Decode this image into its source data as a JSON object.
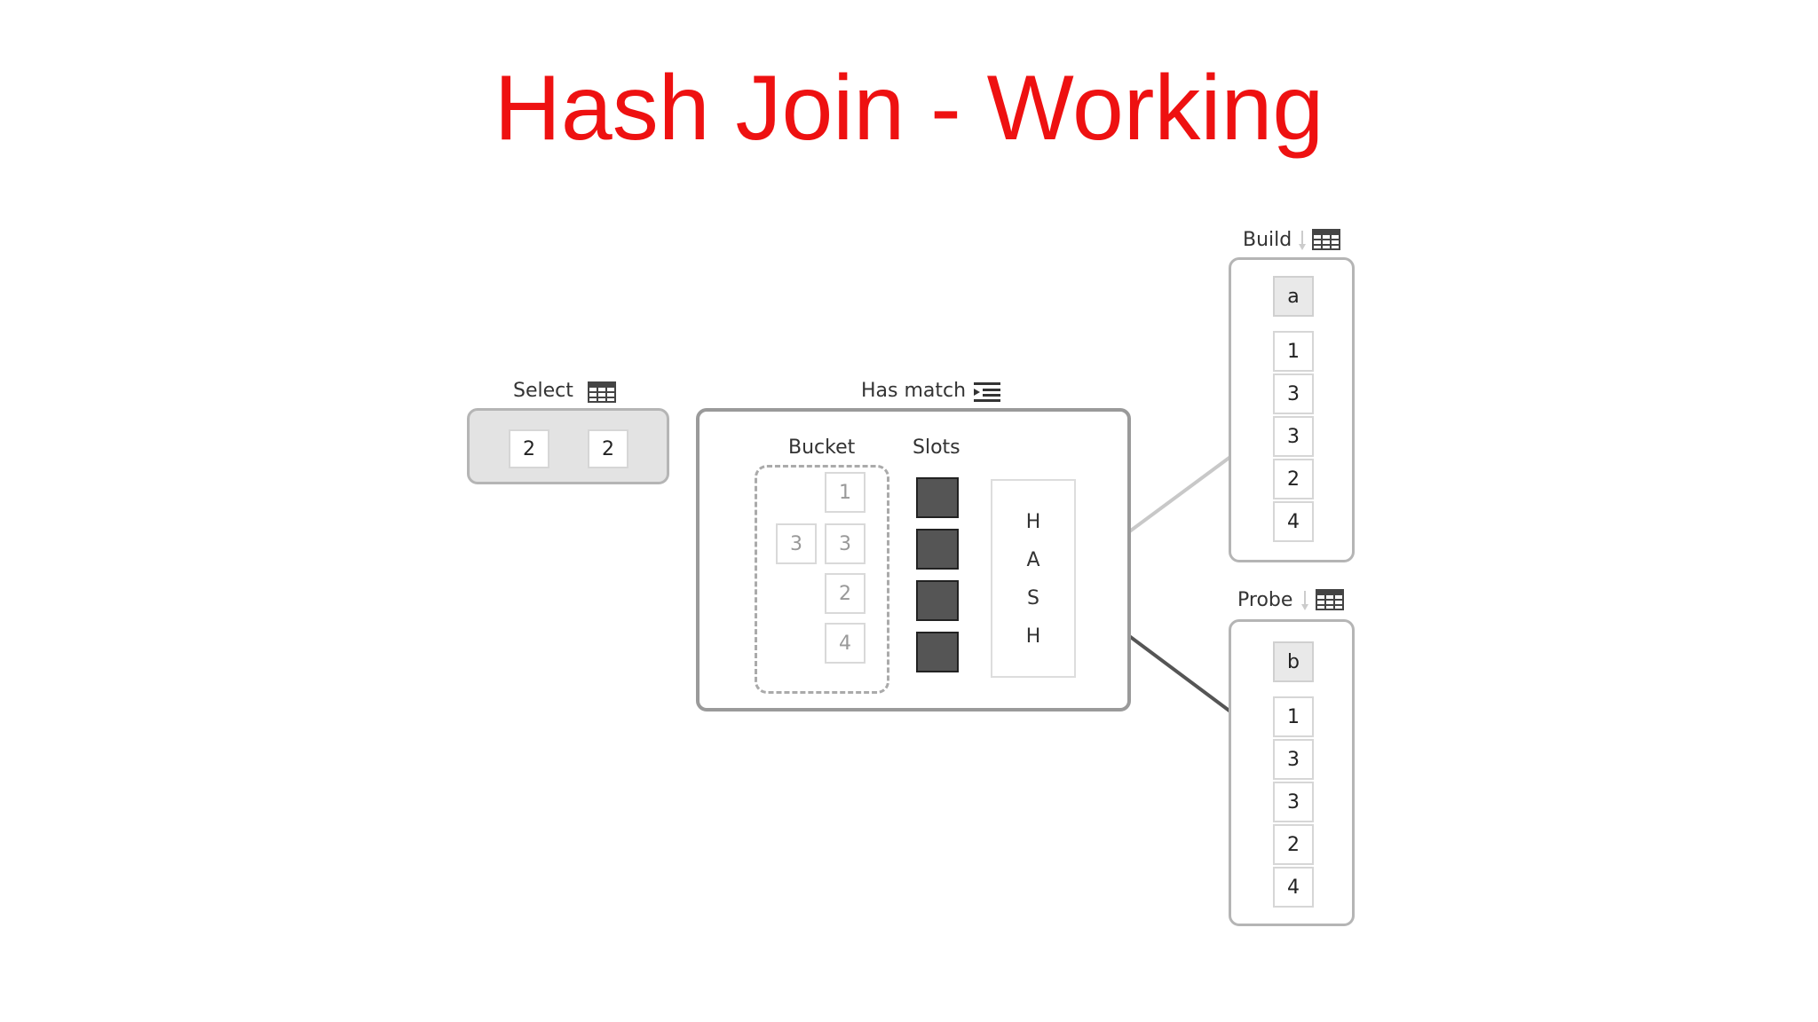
{
  "title": "Hash Join - Working",
  "select": {
    "label": "Select",
    "values": [
      "2",
      "2"
    ]
  },
  "hasmatch": {
    "label": "Has match",
    "bucket_label": "Bucket",
    "slots_label": "Slots",
    "bucket_values": [
      "1",
      "3",
      "3",
      "2",
      "4"
    ],
    "slot_count": 4,
    "hash_letters": [
      "H",
      "A",
      "S",
      "H"
    ]
  },
  "build": {
    "label": "Build",
    "header": "a",
    "values": [
      "1",
      "3",
      "3",
      "2",
      "4"
    ]
  },
  "probe": {
    "label": "Probe",
    "header": "b",
    "values": [
      "1",
      "3",
      "3",
      "2",
      "4"
    ]
  },
  "icons": [
    "table-grid-icon",
    "list-indent-icon",
    "sort-down-arrow-icon"
  ]
}
